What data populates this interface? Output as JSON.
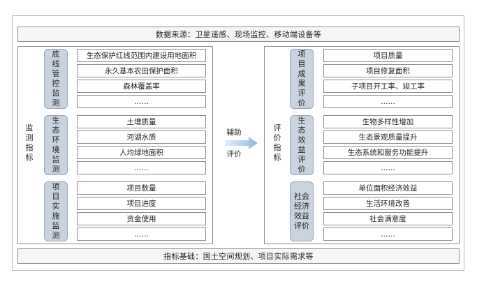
{
  "top_banner": "数据来源：卫星遥感、现场监控、移动端设备等",
  "bottom_banner": "指标基础：国土空间规划、项目实际需求等",
  "left": {
    "label": "监测指标",
    "groups": [
      {
        "title": "底线管控监测",
        "items": [
          "生态保护红线范围内建设用地面积",
          "永久基本农田保护面积",
          "森林覆盖率",
          "……"
        ]
      },
      {
        "title": "生态环境监测",
        "items": [
          "土壤质量",
          "河湖水质",
          "人均绿地面积",
          "……"
        ]
      },
      {
        "title": "项目实施监测",
        "items": [
          "项目数量",
          "项目进度",
          "资金使用",
          "……"
        ]
      }
    ]
  },
  "middle": {
    "line1": "辅助",
    "line2": "评价"
  },
  "right": {
    "label": "评价指标",
    "groups": [
      {
        "title": "项目成果评价",
        "items": [
          "项目质量",
          "项目修复面积",
          "子项目开工率、竣工率",
          "……"
        ]
      },
      {
        "title": "生态效益评价",
        "items": [
          "生物多样性增加",
          "生态景观质量提升",
          "生态系统和服务功能提升",
          "……"
        ]
      },
      {
        "title": "社会经济效益评价",
        "items": [
          "单位面积经济效益",
          "生活环境改善",
          "社会满意度",
          "……"
        ]
      }
    ]
  },
  "colors": {
    "pill_fill": "#c9d3df",
    "arrow": "#a9c7e8",
    "border": "#8c8c8c"
  }
}
